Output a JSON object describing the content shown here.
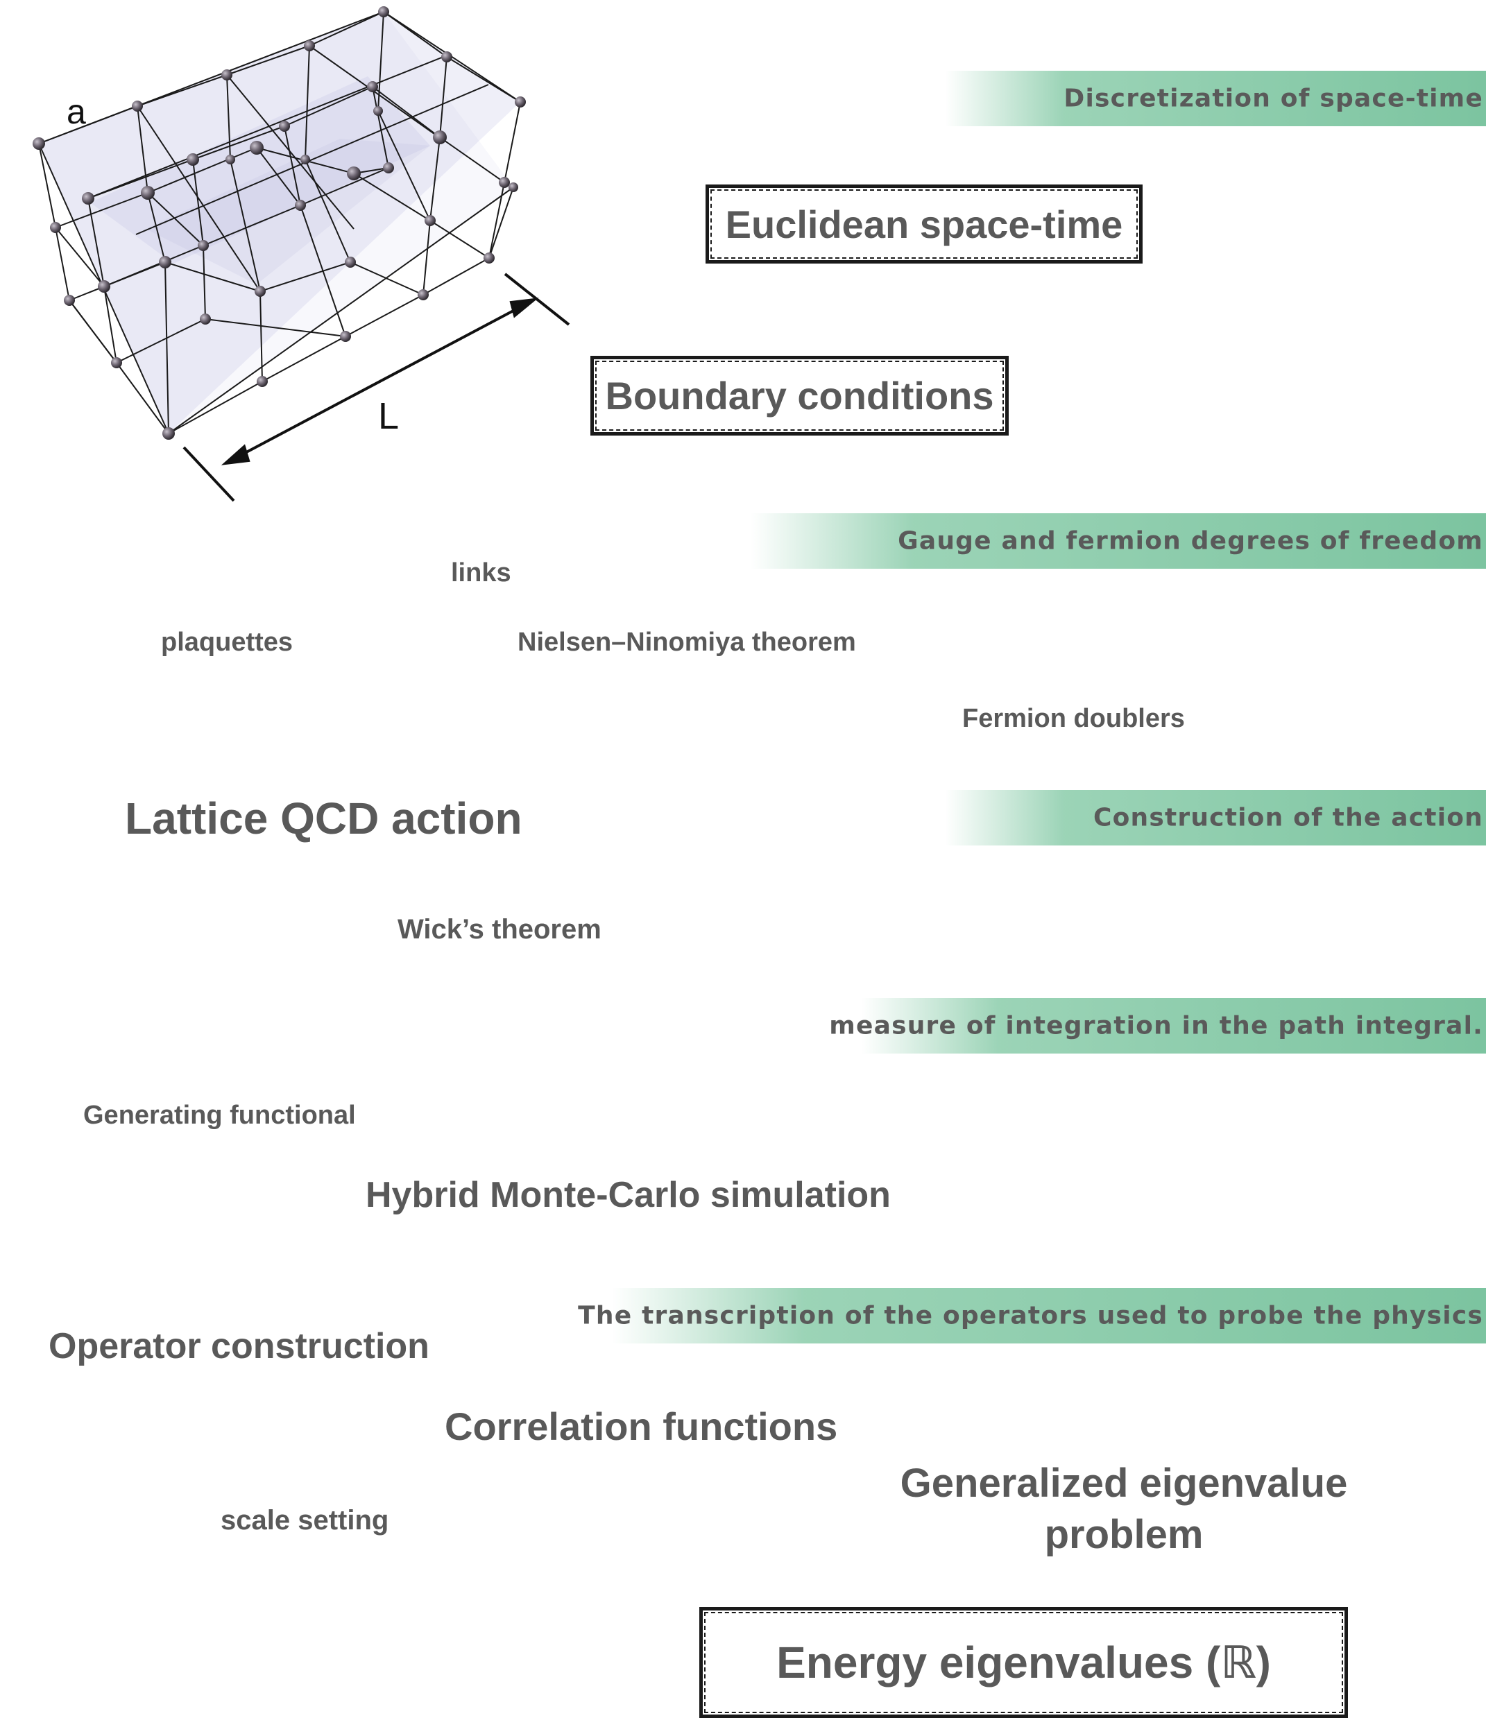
{
  "lattice_figure": {
    "spacing_label": "a",
    "extent_label": "L"
  },
  "section_bands": {
    "discretization": "Discretization of space-time",
    "gauge_fermion": "Gauge and fermion degrees of freedom",
    "action": "Construction of the action",
    "measure": "measure of integration in the path integral.",
    "operators": "The transcription of the operators used to probe the physics"
  },
  "boxed_terms": {
    "euclidean": "Euclidean space-time",
    "boundary": "Boundary conditions",
    "energy": "Energy eigenvalues (ℝ)"
  },
  "terms": {
    "links": "links",
    "plaquettes": "plaquettes",
    "nielsen": "Nielsen–Ninomiya theorem",
    "doublers": "Fermion doublers",
    "lattice_action": "Lattice QCD action",
    "wick": "Wick’s theorem",
    "generating": "Generating functional",
    "hmc": "Hybrid Monte-Carlo simulation",
    "operator_construction": "Operator construction",
    "correlation": "Correlation functions",
    "gevp_line1": "Generalized eigenvalue",
    "gevp_line2": "problem",
    "scale_setting": "scale setting"
  }
}
